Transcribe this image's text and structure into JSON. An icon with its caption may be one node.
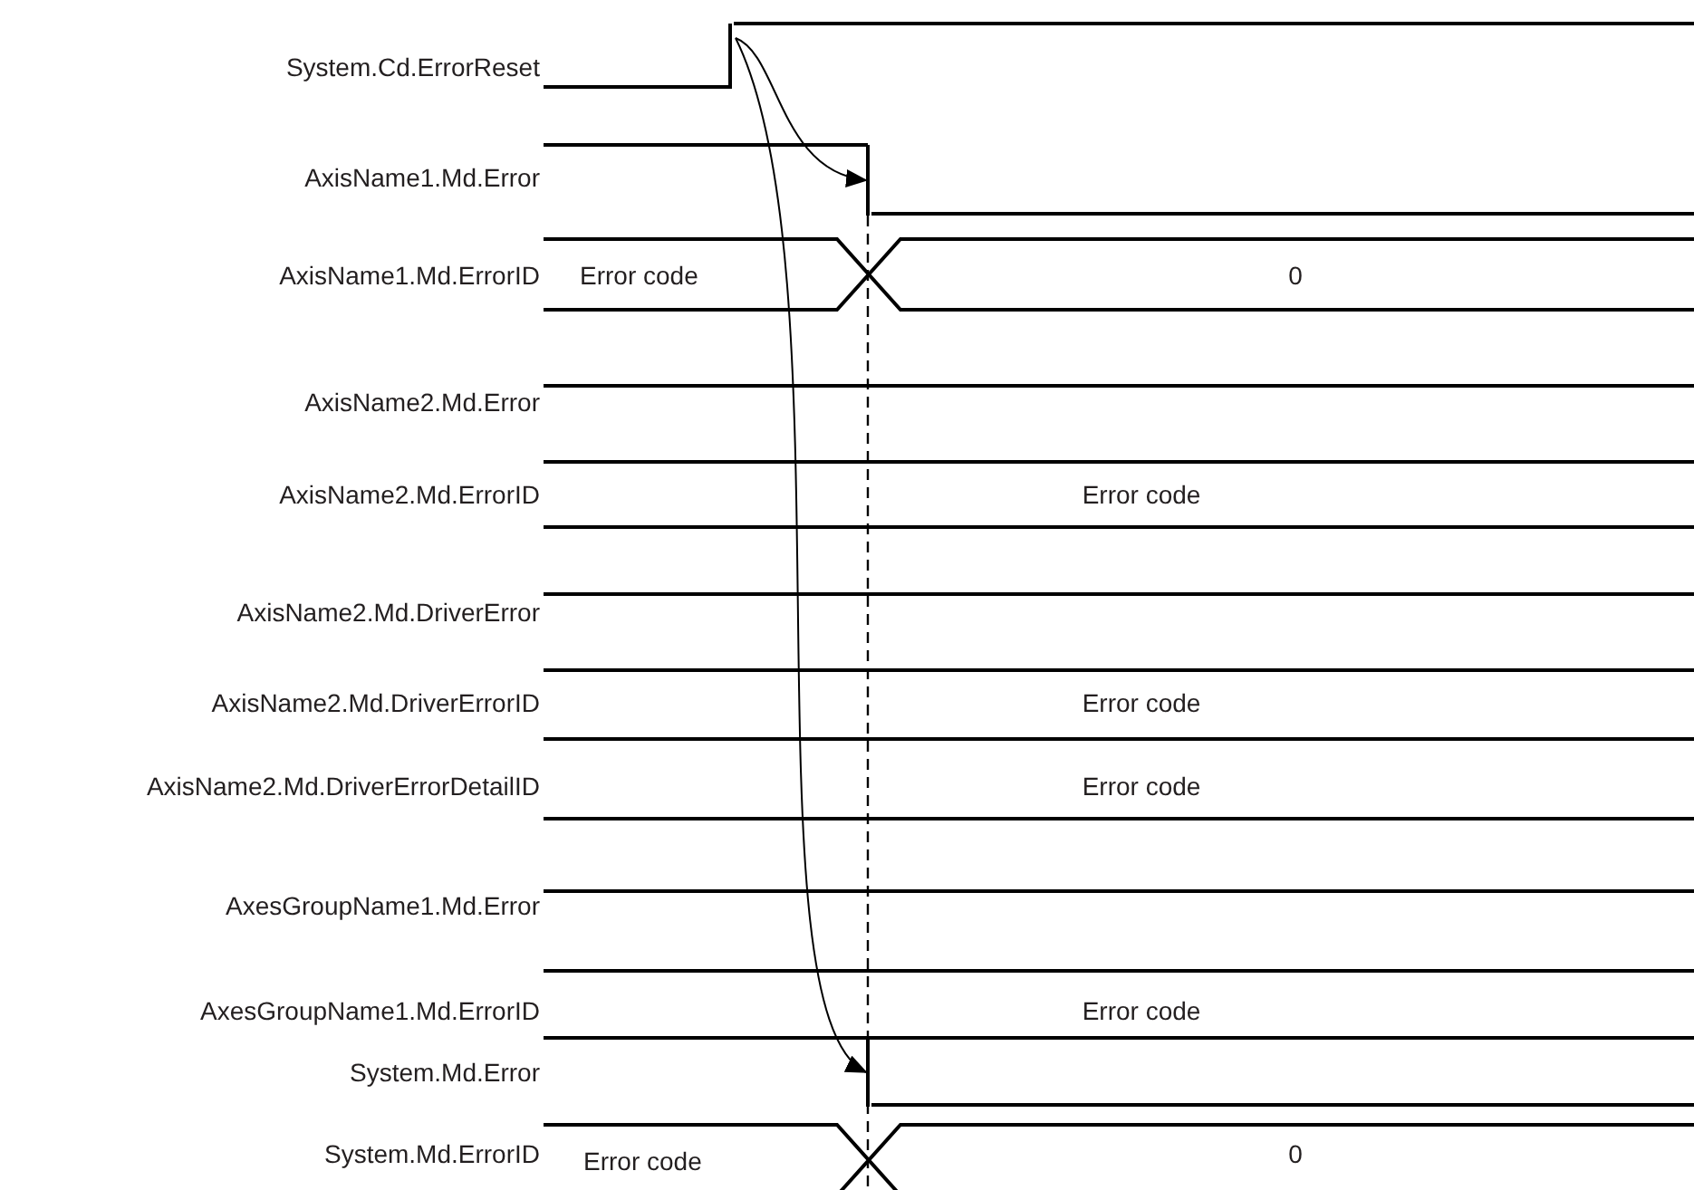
{
  "diagram": {
    "nodes": [
      {
        "text": [],
        "shape": "bar"
      },
      {
        "text": [],
        "shape": "bar"
      },
      {
        "text": [],
        "shape": "bar"
      }
    ],
    "edges": [
      {
        "from": 0,
        "to": 1,
        "arrow": "to"
      },
      {
        "from": 0,
        "to": 2,
        "arrow": "to"
      }
    ],
    "labels": [
      "System.Cd.ErrorReset",
      "AxisName1.Md.Error",
      "AxisName1.Md.ErrorID",
      "Error code",
      "0",
      "AxisName2.Md.Error",
      "AxisName2.Md.ErrorID",
      "Error code",
      "AxisName2.Md.DriverError",
      "AxisName2.Md.DriverErrorID",
      "Error code",
      "AxisName2.Md.DriverErrorDetailID",
      "Error code",
      "AxesGroupName1.Md.Error",
      "AxesGroupName1.Md.ErrorID",
      "Error code",
      "System.Md.Error",
      "System.Md.ErrorID",
      "Error code",
      "0"
    ]
  }
}
